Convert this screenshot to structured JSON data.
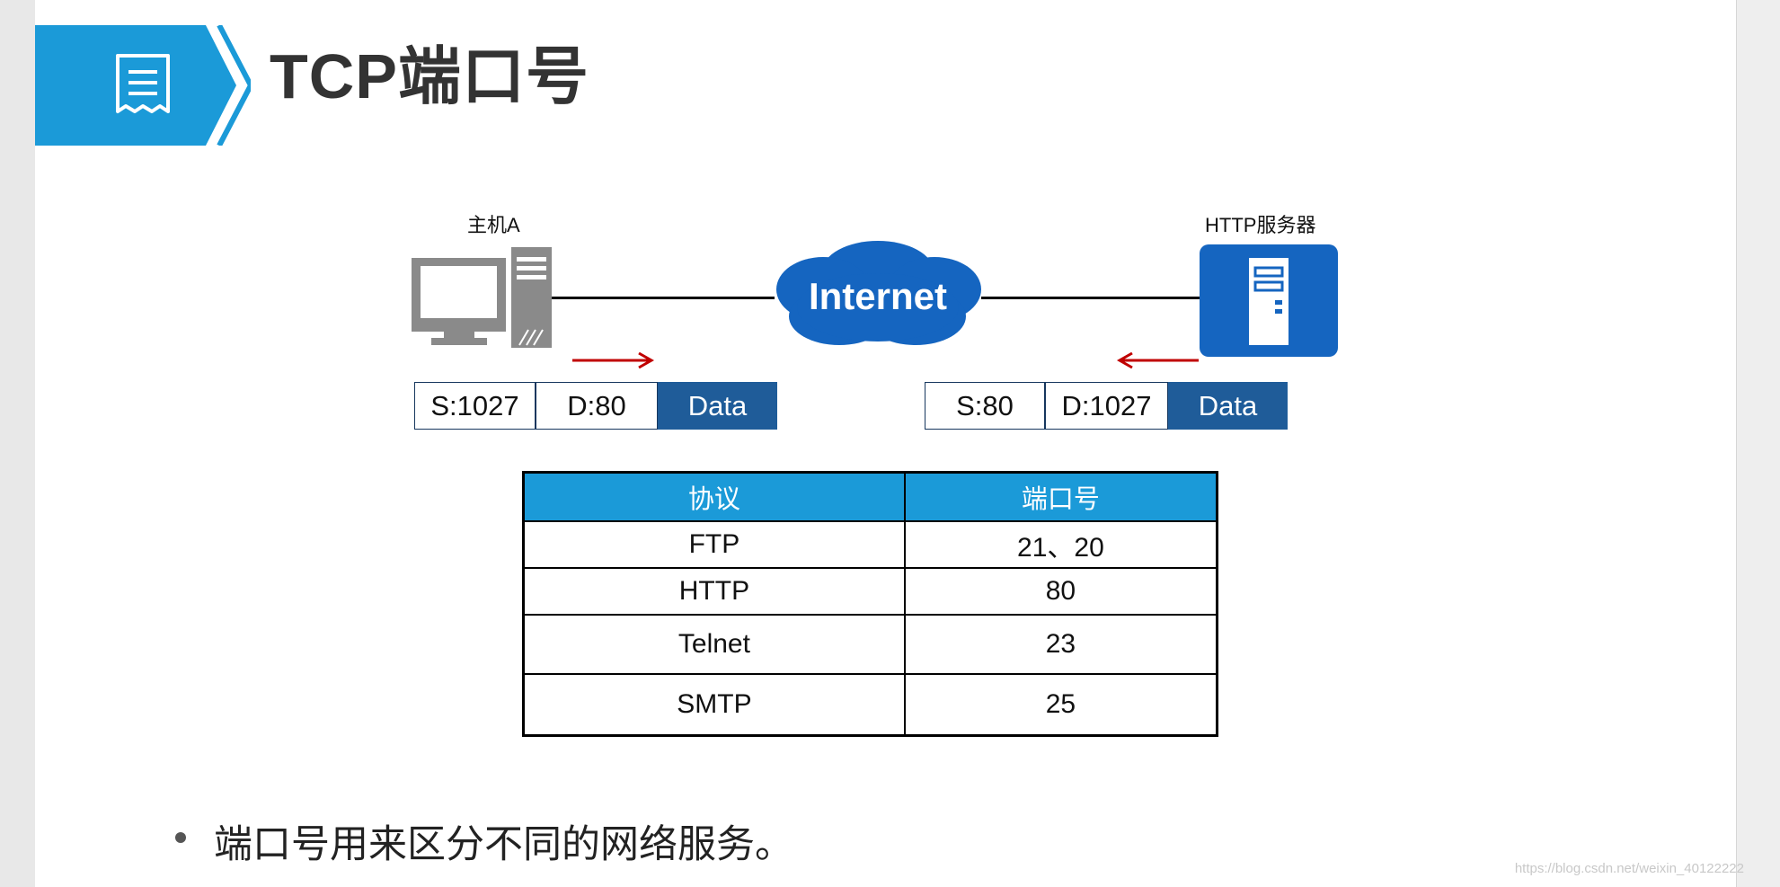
{
  "title": "TCP端口号",
  "colors": {
    "accent": "#1b9ad8",
    "data_block": "#1f5c99",
    "arrow": "#c00000",
    "server_box": "#1565c0"
  },
  "icons": {
    "title": "document-icon",
    "host": "desktop-computer-icon",
    "cloud": "cloud-icon",
    "server": "server-icon"
  },
  "diagram": {
    "host_label": "主机A",
    "server_label": "HTTP服务器",
    "cloud_label": "Internet",
    "left_header": {
      "src": "S:1027",
      "dst": "D:80",
      "payload": "Data"
    },
    "right_header": {
      "src": "S:80",
      "dst": "D:1027",
      "payload": "Data"
    }
  },
  "table": {
    "headers": [
      "协议",
      "端口号"
    ],
    "rows": [
      [
        "FTP",
        "21、20"
      ],
      [
        "HTTP",
        "80"
      ],
      [
        "Telnet",
        "23"
      ],
      [
        "SMTP",
        "25"
      ]
    ]
  },
  "bullet": "端口号用来区分不同的网络服务。",
  "watermark": "https://blog.csdn.net/weixin_40122222"
}
